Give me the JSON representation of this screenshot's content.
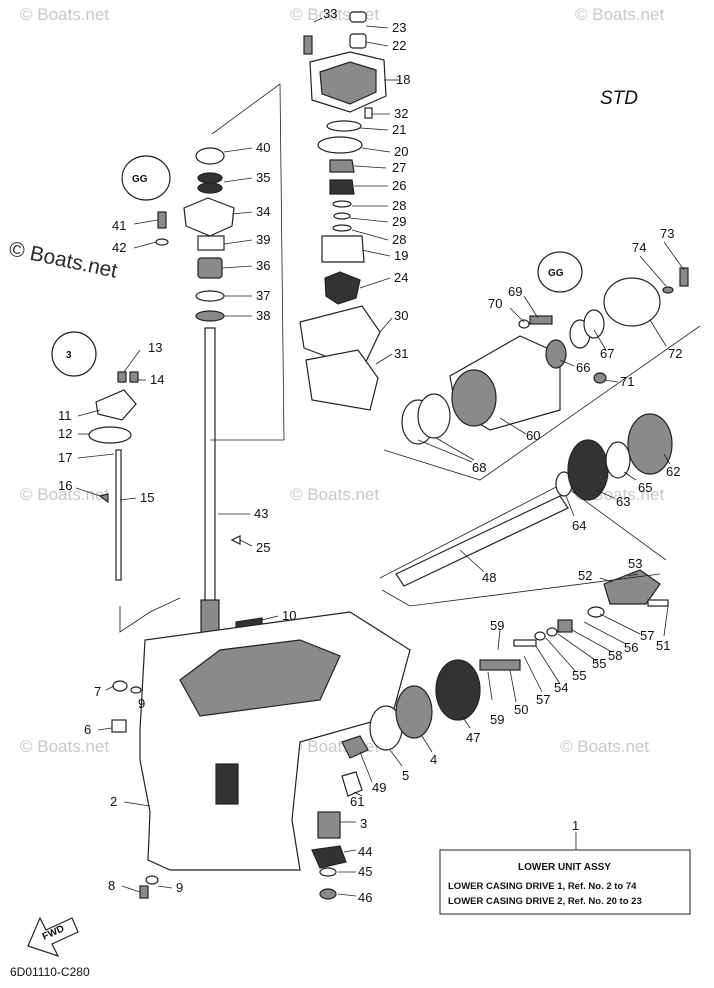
{
  "variant_label": "STD",
  "drawing_code": "6D01110-C280",
  "watermark": "© Boats.net",
  "fwd_label": "FWD",
  "info_box": {
    "ref_number": "1",
    "title": "LOWER UNIT ASSY",
    "lines": [
      "LOWER CASING DRIVE 1,  Ref. No. 2 to 74",
      "LOWER CASING DRIVE 2,  Ref. No. 20 to 23"
    ]
  },
  "callouts": [
    {
      "label": "33"
    },
    {
      "label": "23"
    },
    {
      "label": "22"
    },
    {
      "label": "18"
    },
    {
      "label": "32"
    },
    {
      "label": "21"
    },
    {
      "label": "20"
    },
    {
      "label": "27"
    },
    {
      "label": "26"
    },
    {
      "label": "28"
    },
    {
      "label": "29"
    },
    {
      "label": "28"
    },
    {
      "label": "19"
    },
    {
      "label": "24"
    },
    {
      "label": "30"
    },
    {
      "label": "31"
    },
    {
      "label": "40"
    },
    {
      "label": "35"
    },
    {
      "label": "34"
    },
    {
      "label": "41"
    },
    {
      "label": "42"
    },
    {
      "label": "39"
    },
    {
      "label": "36"
    },
    {
      "label": "37"
    },
    {
      "label": "38"
    },
    {
      "label": "13"
    },
    {
      "label": "14"
    },
    {
      "label": "11"
    },
    {
      "label": "12"
    },
    {
      "label": "17"
    },
    {
      "label": "16"
    },
    {
      "label": "15"
    },
    {
      "label": "43"
    },
    {
      "label": "25"
    },
    {
      "label": "10"
    },
    {
      "label": "7"
    },
    {
      "label": "9"
    },
    {
      "label": "6"
    },
    {
      "label": "2"
    },
    {
      "label": "8"
    },
    {
      "label": "9"
    },
    {
      "label": "73"
    },
    {
      "label": "74"
    },
    {
      "label": "69"
    },
    {
      "label": "70"
    },
    {
      "label": "67"
    },
    {
      "label": "72"
    },
    {
      "label": "66"
    },
    {
      "label": "71"
    },
    {
      "label": "60"
    },
    {
      "label": "68"
    },
    {
      "label": "62"
    },
    {
      "label": "65"
    },
    {
      "label": "63"
    },
    {
      "label": "64"
    },
    {
      "label": "48"
    },
    {
      "label": "53"
    },
    {
      "label": "52"
    },
    {
      "label": "51"
    },
    {
      "label": "57"
    },
    {
      "label": "56"
    },
    {
      "label": "58"
    },
    {
      "label": "55"
    },
    {
      "label": "55"
    },
    {
      "label": "54"
    },
    {
      "label": "59"
    },
    {
      "label": "59"
    },
    {
      "label": "57"
    },
    {
      "label": "50"
    },
    {
      "label": "47"
    },
    {
      "label": "4"
    },
    {
      "label": "5"
    },
    {
      "label": "49"
    },
    {
      "label": "61"
    },
    {
      "label": "3"
    },
    {
      "label": "44"
    },
    {
      "label": "45"
    },
    {
      "label": "46"
    }
  ]
}
